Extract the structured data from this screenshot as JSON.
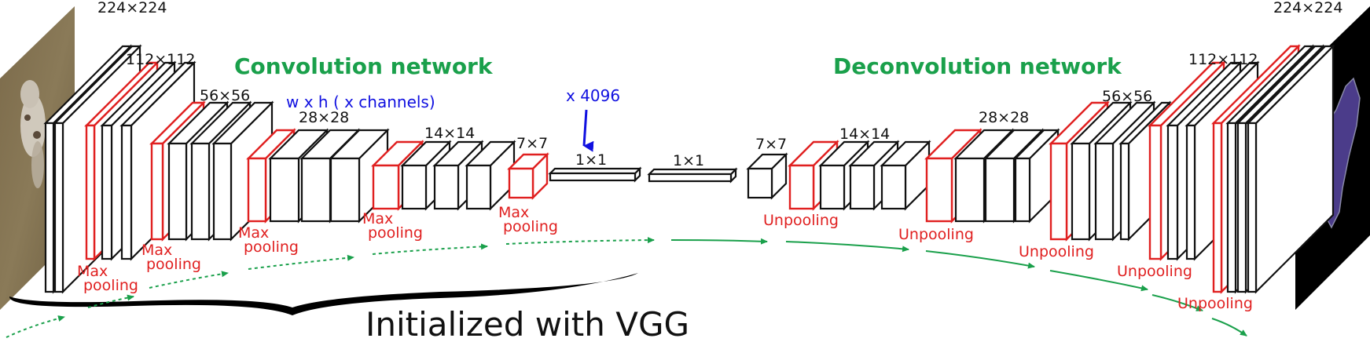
{
  "titles": {
    "convolution": "Convolution network",
    "deconvolution": "Deconvolution network",
    "initialized": "Initialized with VGG"
  },
  "annotations": {
    "whc": "w x h ( x channels)",
    "x4096": "x 4096"
  },
  "sizes": {
    "s224_left": "224×224",
    "s112_left": "112×112",
    "s56_left": "56×56",
    "s28_left": "28×28",
    "s14_left": "14×14",
    "s7_left": "7×7",
    "fc1": "1×1",
    "fc2": "1×1",
    "s7_right": "7×7",
    "s14_right": "14×14",
    "s28_right": "28×28",
    "s56_right": "56×56",
    "s112_right": "112×112",
    "s224_right": "224×224"
  },
  "pool_labels": {
    "max": "Max",
    "pooling": "pooling",
    "unpooling": "Unpooling"
  },
  "colors": {
    "green": "#1aa04b",
    "red": "#e02020",
    "blue": "#1010e0",
    "black": "#111111"
  }
}
